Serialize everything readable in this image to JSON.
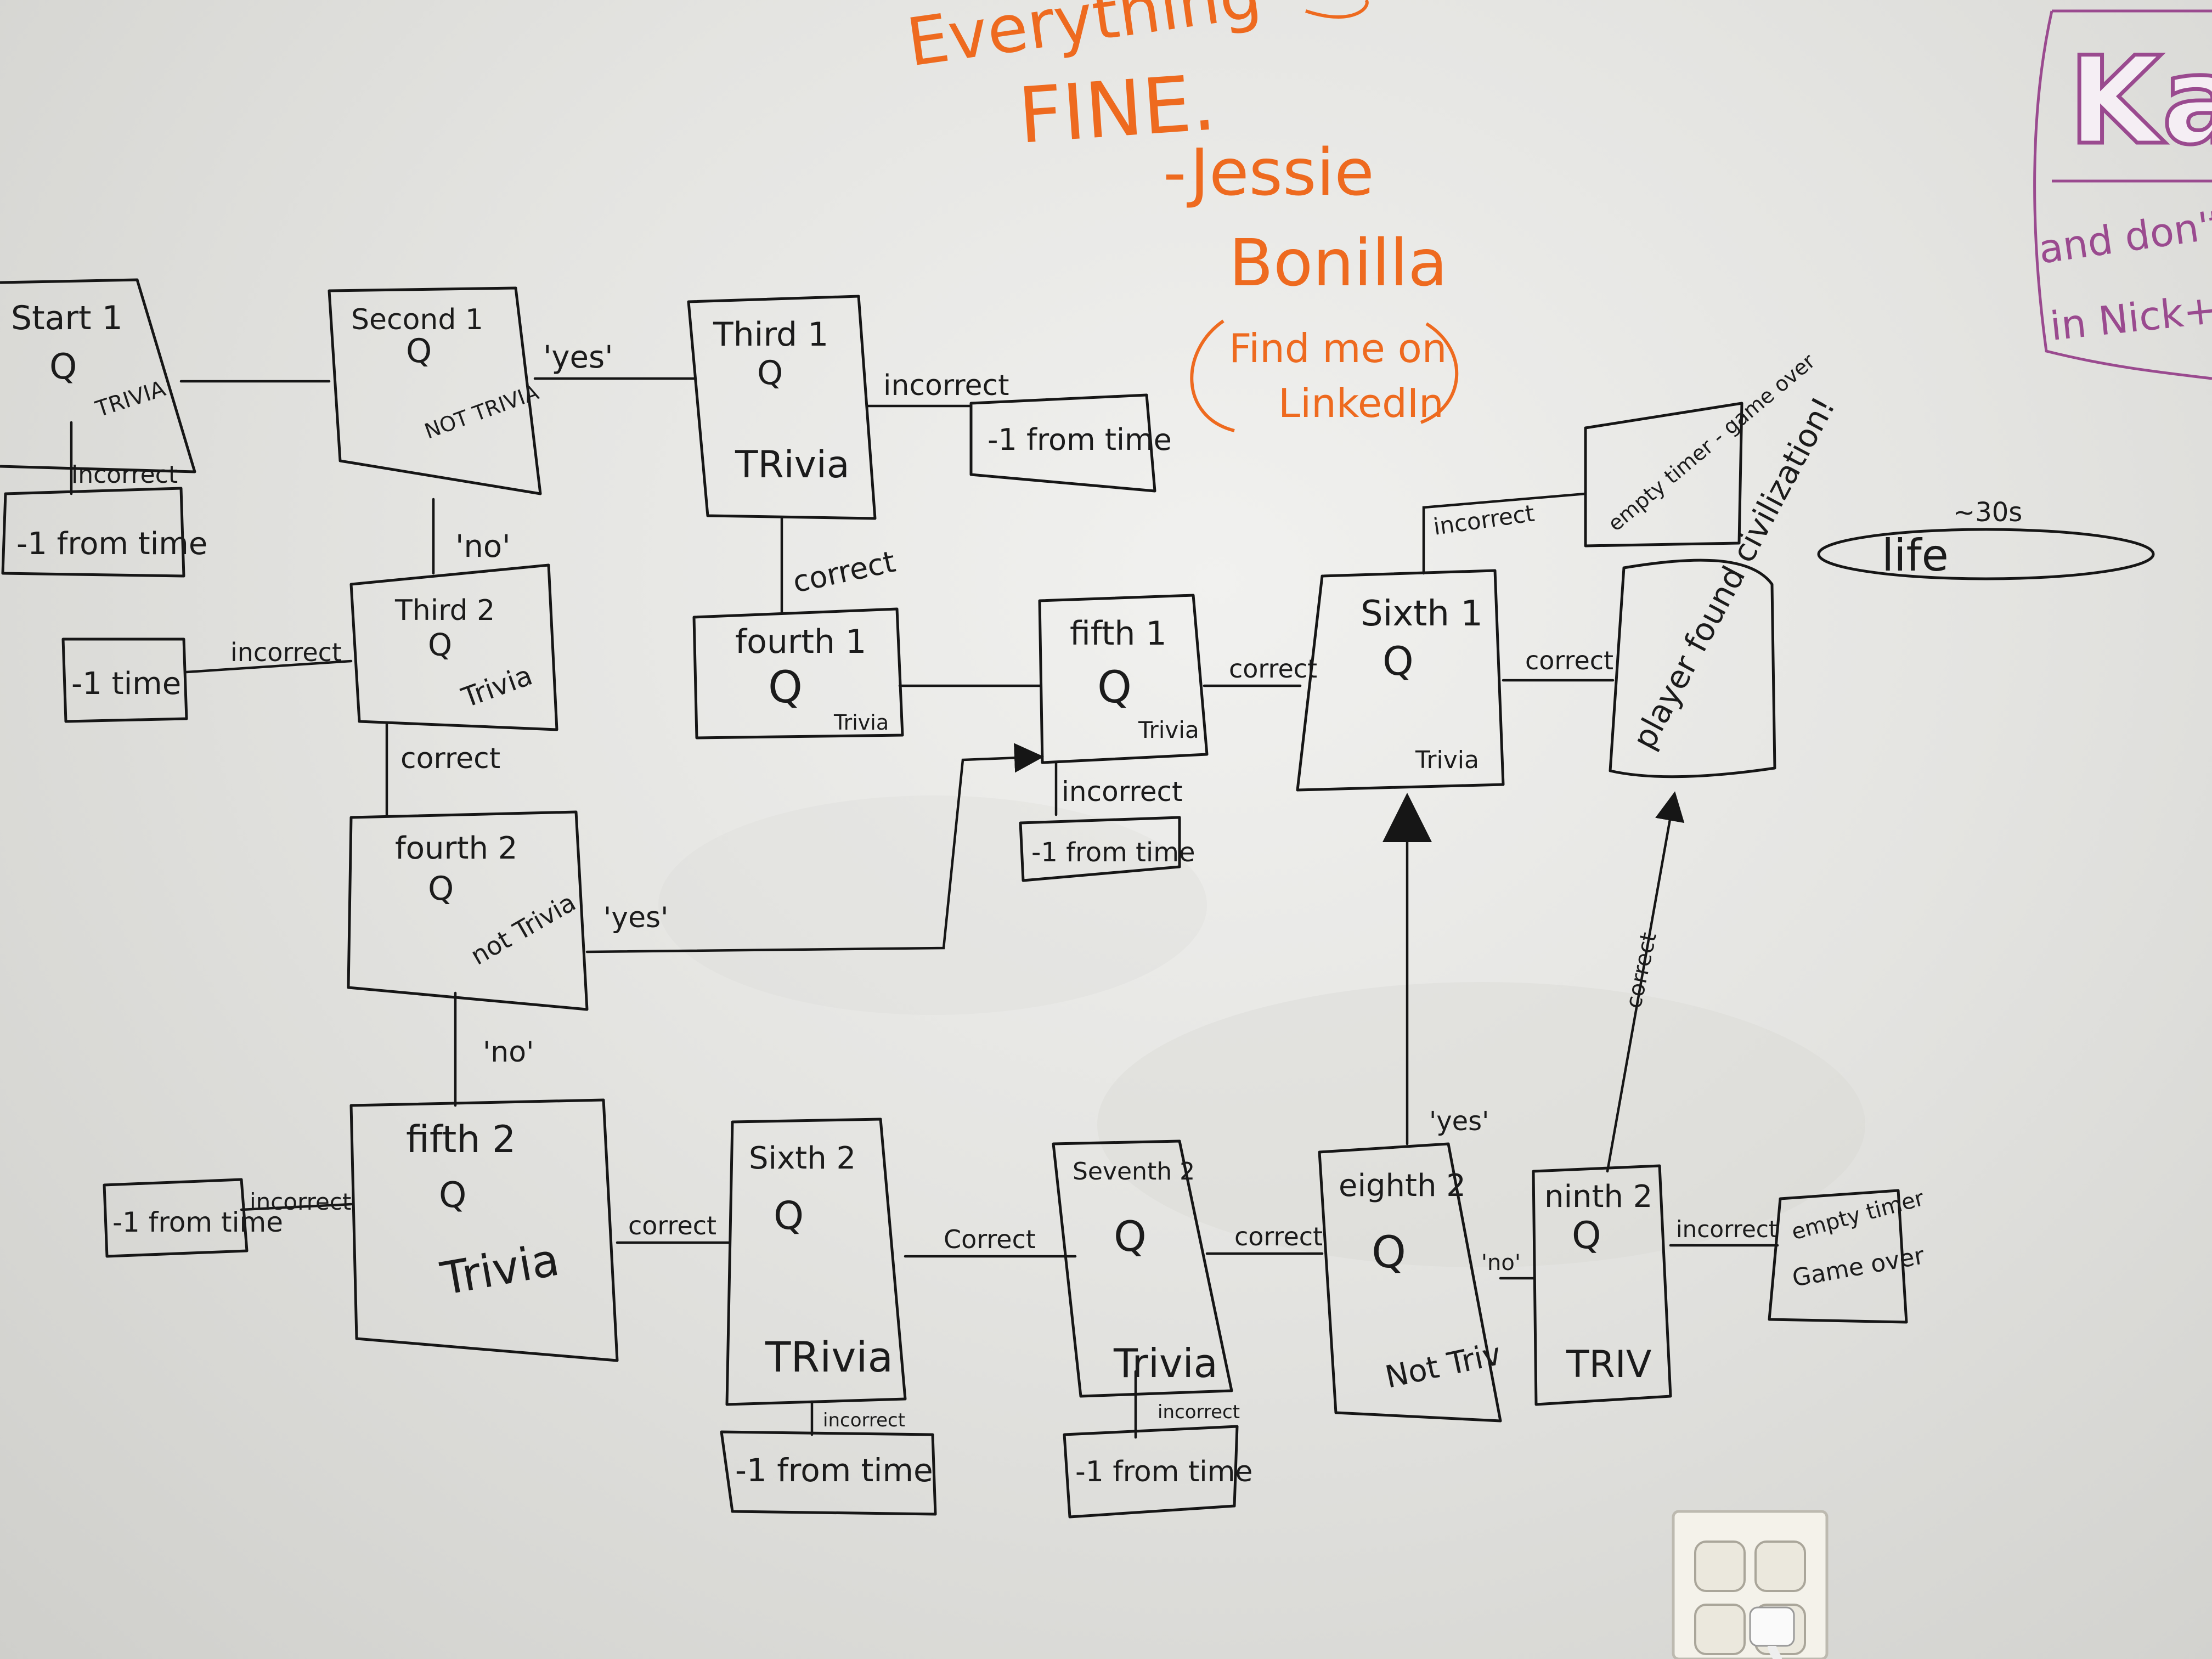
{
  "orange_note": {
    "line1": "Everything",
    "line2": "FINE.",
    "line3": "-Jessie",
    "line4": "Bonilla",
    "line5": "Find me on",
    "line6": "LinkedIn"
  },
  "purple_note": {
    "logo": "Ka",
    "line1": "and don't",
    "line2": "in Nick+"
  },
  "life_meter": {
    "label": "life",
    "duration": "~30s"
  },
  "colors": {
    "marker_black": "#161616",
    "marker_orange": "#ee6a1f",
    "marker_purple": "#9a4a8f",
    "board": "#e8e8e5"
  },
  "nodes": {
    "start1": {
      "name": "Start 1",
      "q": "Q",
      "kind": "TRIVIA"
    },
    "second1": {
      "name": "Second 1",
      "q": "Q",
      "kind": "NOT TRIVIA"
    },
    "third1": {
      "name": "Third 1",
      "q": "Q",
      "kind": "TRivia"
    },
    "third2": {
      "name": "Third 2",
      "q": "Q",
      "kind": "Trivia"
    },
    "fourth1": {
      "name": "fourth 1",
      "q": "Q",
      "kind": "Trivia"
    },
    "fourth2": {
      "name": "fourth 2",
      "q": "Q",
      "kind": "not Trivia"
    },
    "fifth1": {
      "name": "fifth 1",
      "q": "Q",
      "kind": "Trivia"
    },
    "fifth2": {
      "name": "fifth 2",
      "q": "Q",
      "kind": "Trivia"
    },
    "sixth1": {
      "name": "Sixth 1",
      "q": "Q",
      "kind": "Trivia"
    },
    "sixth2": {
      "name": "Sixth 2",
      "q": "Q",
      "kind": "TRivia"
    },
    "seventh2": {
      "name": "Seventh 2",
      "q": "Q",
      "kind": "Trivia"
    },
    "eighth2": {
      "name": "eighth 2",
      "q": "Q",
      "kind": "Not Triv"
    },
    "ninth2": {
      "name": "ninth 2",
      "q": "Q",
      "kind": "TRIV"
    },
    "found": {
      "text": "player found civilization!"
    },
    "gameover1": {
      "text": "empty timer - game over"
    },
    "gameover2": {
      "line1": "empty timer",
      "line2": "Game over"
    }
  },
  "penalties": {
    "p_start1": "-1 from time",
    "p_third1": "-1 from time",
    "p_third2": "-1 time",
    "p_fifth1": "-1 from time",
    "p_fifth2": "-1 from time",
    "p_sixth2": "-1 from time",
    "p_seventh2": "-1 from time"
  },
  "edge_labels": {
    "start1_incorrect": "incorrect",
    "second1_yes": "'yes'",
    "second1_no": "'no'",
    "third1_incorrect": "incorrect",
    "third1_correct": "correct",
    "third2_incorrect": "incorrect",
    "third2_correct": "correct",
    "fourth2_yes": "'yes'",
    "fourth2_no": "'no'",
    "fifth1_correct": "correct",
    "fifth1_incorrect": "incorrect",
    "sixth1_incorrect": "incorrect",
    "sixth1_correct": "correct",
    "fifth2_incorrect": "incorrect",
    "fifth2_correct": "correct",
    "sixth2_correct": "Correct",
    "sixth2_incorrect": "incorrect",
    "seventh2_correct": "correct",
    "seventh2_incorrect": "incorrect",
    "eighth2_yes": "'yes'",
    "eighth2_no": "'no'",
    "ninth2_correct": "correct",
    "ninth2_incorrect": "incorrect"
  }
}
